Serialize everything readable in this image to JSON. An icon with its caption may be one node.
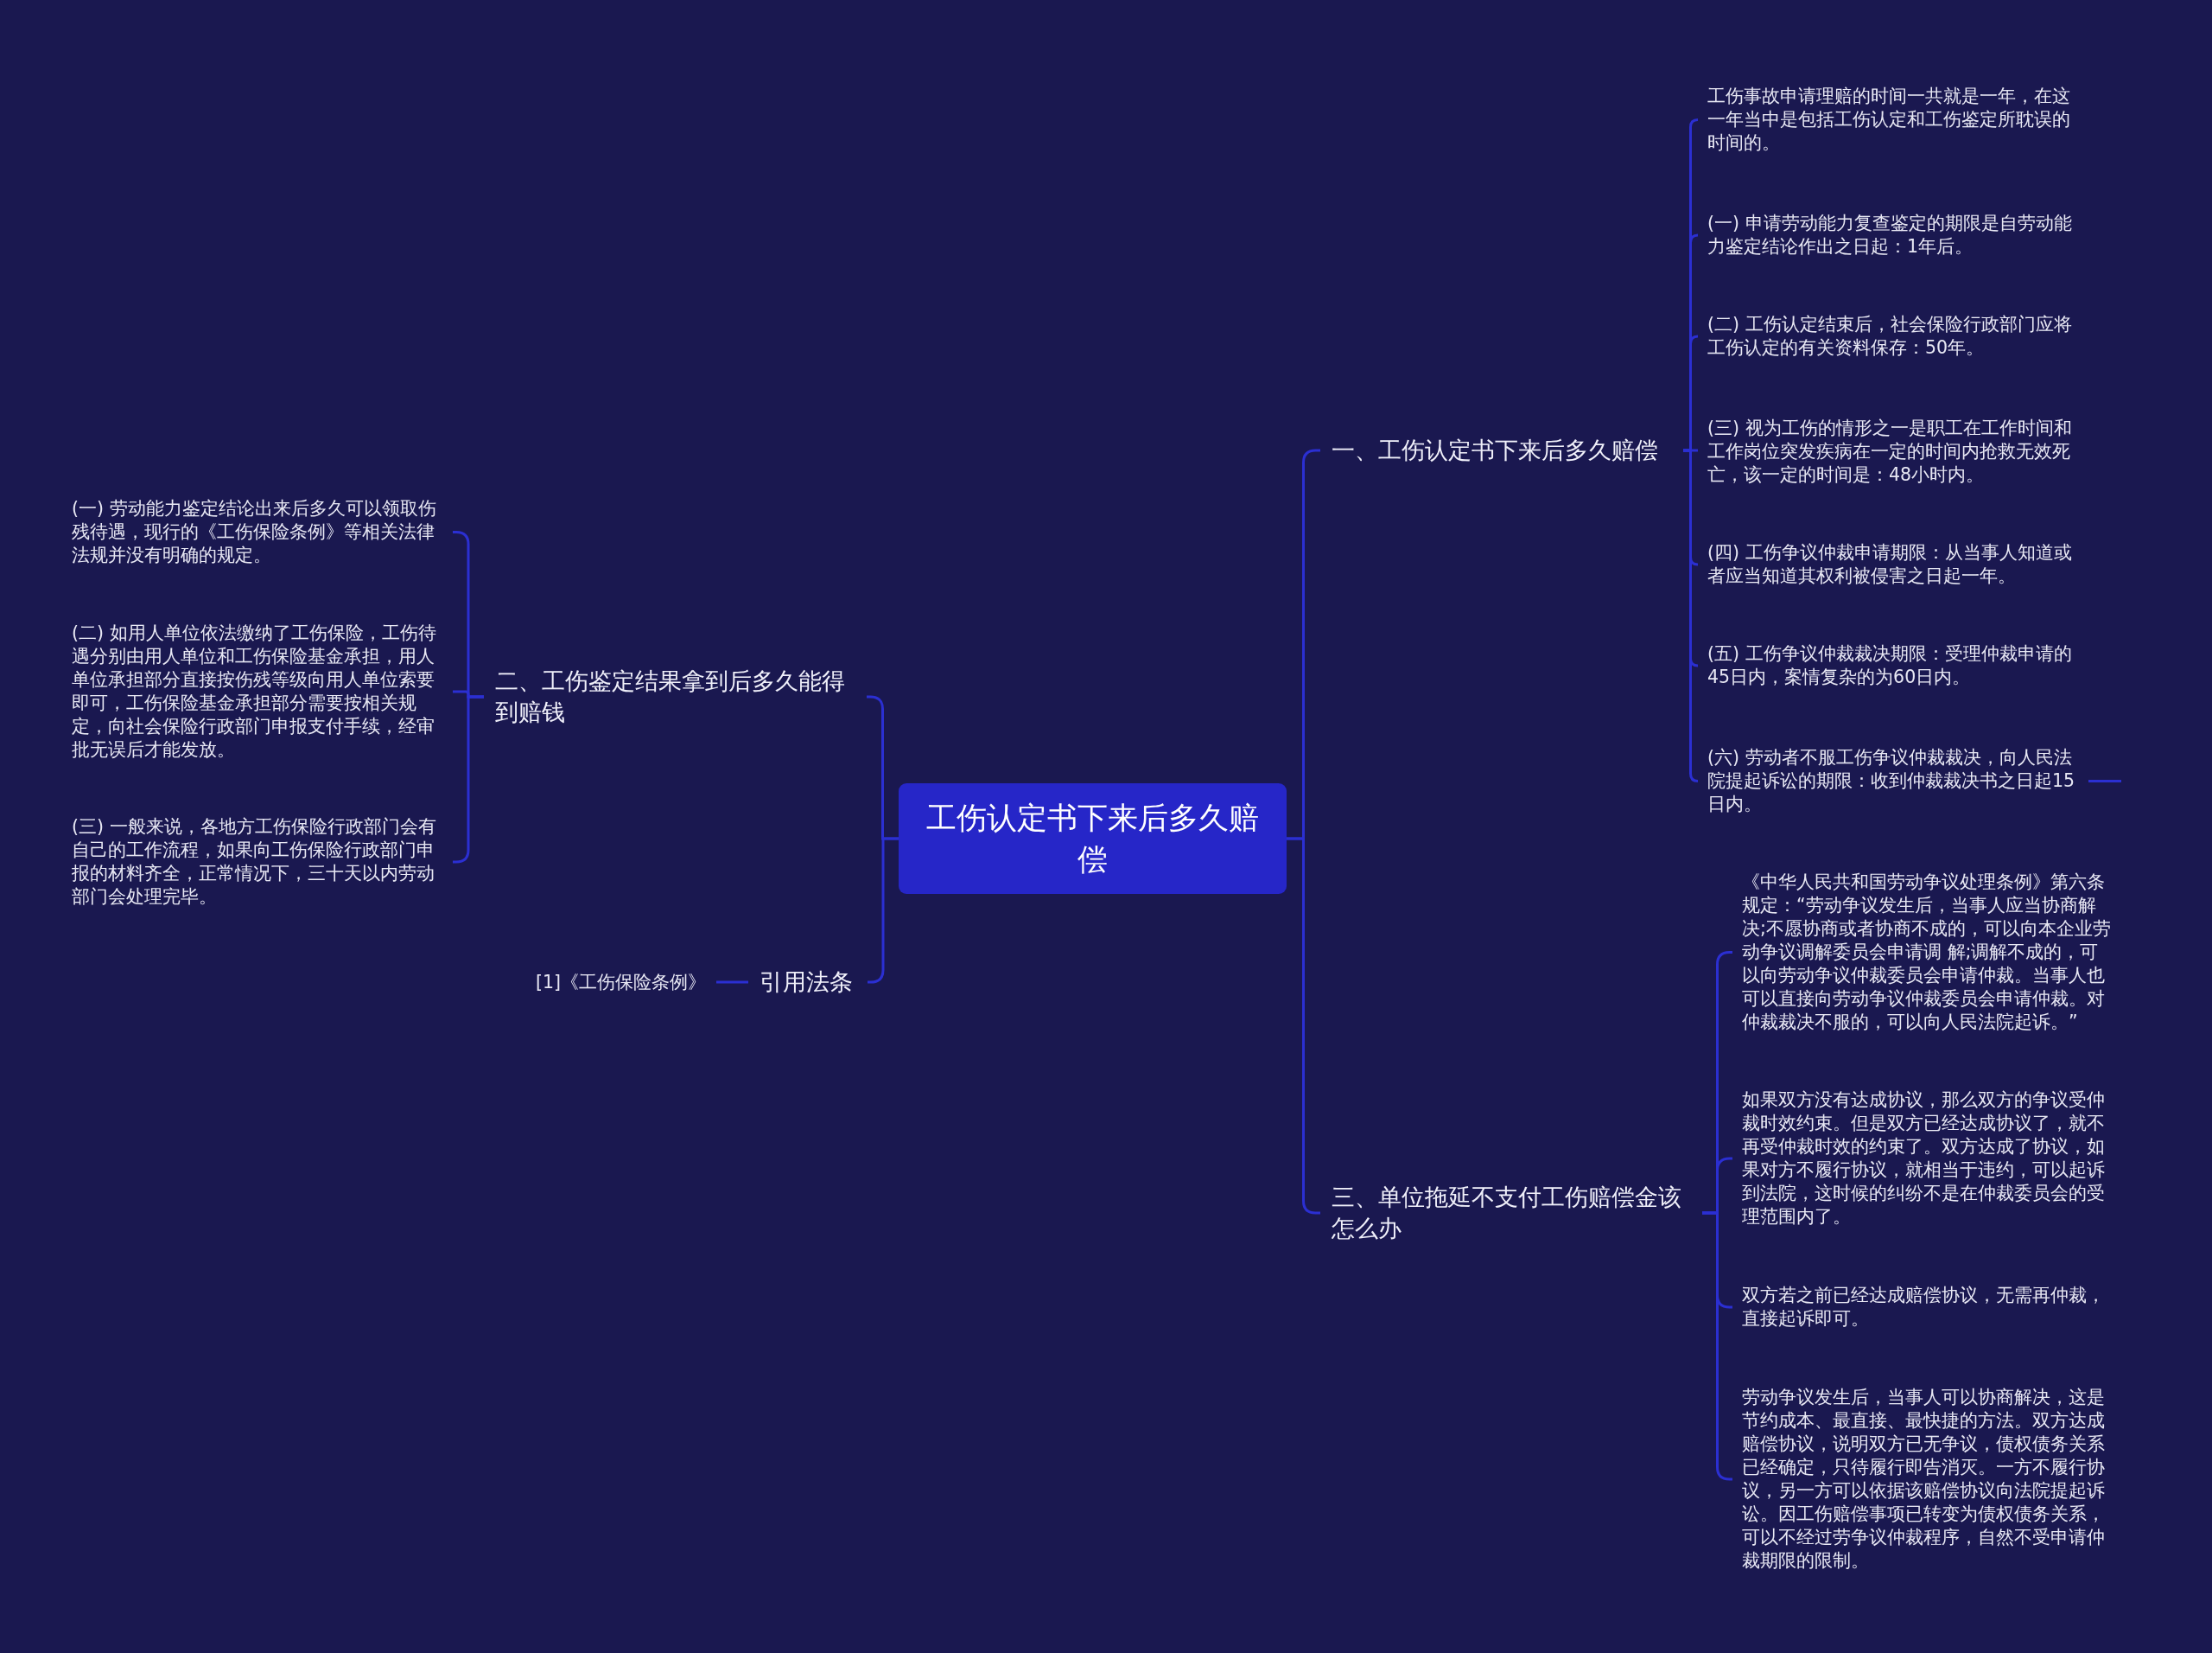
{
  "diagram": {
    "nodes": [
      {
        "text": [
          "工伤认定书下来后多久赔偿"
        ]
      },
      {
        "text": [
          "一、工伤认定书下来后多久赔偿"
        ]
      },
      {
        "text": [
          "工伤事故申请理赔的时间一共就是一年，在这一年当中是包括工伤认定和工伤鉴定所耽误的时间的。"
        ]
      },
      {
        "text": [
          "(一) 申请劳动能力复查鉴定的期限是自劳动能力鉴定结论作出之日起：1年后。"
        ]
      },
      {
        "text": [
          "(二) 工伤认定结束后，社会保险行政部门应将工伤认定的有关资料保存：50年。"
        ]
      },
      {
        "text": [
          "(三) 视为工伤的情形之一是职工在工作时间和工作岗位突发疾病在一定的时间内抢救无效死亡，该一定的时间是：48小时内。"
        ]
      },
      {
        "text": [
          "(四) 工伤争议仲裁申请期限：从当事人知道或者应当知道其权利被侵害之日起一年。"
        ]
      },
      {
        "text": [
          "(五) 工伤争议仲裁裁决期限：受理仲裁申请的45日内，案情复杂的为60日内。"
        ]
      },
      {
        "text": [
          "(六) 劳动者不服工伤争议仲裁裁决，向人民法院提起诉讼的期限：收到仲裁裁决书之日起15日内。"
        ]
      },
      {
        "text": [
          "二、工伤鉴定结果拿到后多久能得到赔钱"
        ]
      },
      {
        "text": [
          "(一) 劳动能力鉴定结论出来后多久可以领取伤残待遇，现行的《工伤保险条例》等相关法律法规并没有明确的规定。"
        ]
      },
      {
        "text": [
          "(二) 如用人单位依法缴纳了工伤保险，工伤待遇分别由用人单位和工伤保险基金承担，用人单位承担部分直接按伤残等级向用人单位索要即可，工伤保险基金承担部分需要按相关规定，向社会保险行政部门申报支付手续，经审批无误后才能发放。"
        ]
      },
      {
        "text": [
          "(三) 一般来说，各地方工伤保险行政部门会有自己的工作流程，如果向工伤保险行政部门申报的材料齐全，正常情况下，三十天以内劳动部门会处理完毕。"
        ]
      },
      {
        "text": [
          "三、单位拖延不支付工伤赔偿金该怎么办"
        ]
      },
      {
        "text": [
          "《中华人民共和国劳动争议处理条例》第六条规定：“劳动争议发生后，当事人应当协商解决;不愿协商或者协商不成的，可以向本企业劳动争议调解委员会申请调 解;调解不成的，可以向劳动争议仲裁委员会申请仲裁。当事人也可以直接向劳动争议仲裁委员会申请仲裁。对仲裁裁决不服的，可以向人民法院起诉。”"
        ]
      },
      {
        "text": [
          "如果双方没有达成协议，那么双方的争议受仲裁时效约束。但是双方已经达成协议了，就不再受仲裁时效的约束了。双方达成了协议，如果对方不履行协议，就相当于违约，可以起诉到法院，这时候的纠纷不是在仲裁委员会的受理范围内了。"
        ]
      },
      {
        "text": [
          "双方若之前已经达成赔偿协议，无需再仲裁，直接起诉即可。"
        ]
      },
      {
        "text": [
          "劳动争议发生后，当事人可以协商解决，这是节约成本、最直接、最快捷的方法。双方达成赔偿协议，说明双方已无争议，债权债务关系已经确定，只待履行即告消灭。一方不履行协议，另一方可以依据该赔偿协议向法院提起诉讼。因工伤赔偿事项已转变为债权债务关系，可以不经过劳争议仲裁程序，自然不受申请仲裁期限的限制。"
        ]
      },
      {
        "text": [
          "引用法条"
        ]
      },
      {
        "text": [
          "[1]《工伤保险条例》"
        ]
      }
    ],
    "edges": [
      {
        "from": 0,
        "to": 1,
        "arrow": "none"
      },
      {
        "from": 1,
        "to": 2,
        "arrow": "none"
      },
      {
        "from": 1,
        "to": 3,
        "arrow": "none"
      },
      {
        "from": 1,
        "to": 4,
        "arrow": "none"
      },
      {
        "from": 1,
        "to": 5,
        "arrow": "none"
      },
      {
        "from": 1,
        "to": 6,
        "arrow": "none"
      },
      {
        "from": 1,
        "to": 7,
        "arrow": "none"
      },
      {
        "from": 1,
        "to": 8,
        "arrow": "none"
      },
      {
        "from": 0,
        "to": 9,
        "arrow": "none"
      },
      {
        "from": 9,
        "to": 10,
        "arrow": "none"
      },
      {
        "from": 9,
        "to": 11,
        "arrow": "none"
      },
      {
        "from": 9,
        "to": 12,
        "arrow": "none"
      },
      {
        "from": 0,
        "to": 13,
        "arrow": "none"
      },
      {
        "from": 13,
        "to": 14,
        "arrow": "none"
      },
      {
        "from": 13,
        "to": 15,
        "arrow": "none"
      },
      {
        "from": 13,
        "to": 16,
        "arrow": "none"
      },
      {
        "from": 13,
        "to": 17,
        "arrow": "none"
      },
      {
        "from": 0,
        "to": 18,
        "arrow": "none"
      },
      {
        "from": 18,
        "to": 19,
        "arrow": "none"
      },
      {
        "from": 8,
        "to": null,
        "arrow": "none"
      }
    ]
  }
}
